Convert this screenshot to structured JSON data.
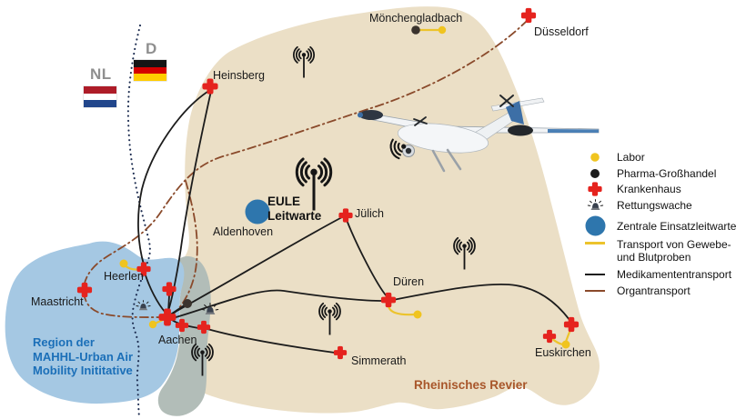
{
  "countries": {
    "nl": "NL",
    "de": "D"
  },
  "cities": {
    "moenchengladbach": "Mönchengladbach",
    "duesseldorf": "Düsseldorf",
    "heinsberg": "Heinsberg",
    "juelich": "Jülich",
    "aldenhoven": "Aldenhoven",
    "heerlen": "Heerlen",
    "maastricht": "Maastricht",
    "aachen": "Aachen",
    "dueren": "Düren",
    "simmerath": "Simmerath",
    "euskirchen": "Euskirchen"
  },
  "control_center": {
    "name_line1": "EULE",
    "name_line2": "Leitwarte"
  },
  "regions": {
    "mahhl_line1": "Region der",
    "mahhl_line2": "MAHHL-Urban Air",
    "mahhl_line3": "Mobility Inititative",
    "revier": "Rheinisches Revier"
  },
  "legend": {
    "items": [
      {
        "icon": "labor-dot-icon",
        "label": "Labor"
      },
      {
        "icon": "pharma-dot-icon",
        "label": "Pharma-Großhandel"
      },
      {
        "icon": "krankenhaus-cross-icon",
        "label": "Krankenhaus"
      },
      {
        "icon": "rettungswache-icon",
        "label": "Rettungswache"
      },
      {
        "icon": "einsatzleitwarte-circle-icon",
        "label": "Zentrale Einsatzleitwarte"
      },
      {
        "icon": "yellow-line-icon",
        "label": "Transport von Gewebe-",
        "label2": "und Blutproben"
      },
      {
        "icon": "black-line-icon",
        "label": "Medikamententransport"
      },
      {
        "icon": "brown-line-icon",
        "label": "Organtransport"
      }
    ]
  },
  "colors": {
    "region_beige": "#ebdfc6",
    "region_blue": "#a5c8e3",
    "region_overlap": "#b2bdb8",
    "hospital_red": "#e5231e",
    "labor_yellow": "#f0c41f",
    "transport_yellow": "#ecc32c",
    "organ_brown": "#8a4a2b",
    "medication_black": "#1c1c1c",
    "leitwarte_blue": "#2e76ad",
    "mahhl_text_blue": "#1b6fb8",
    "revier_text_brown": "#a8562a"
  }
}
